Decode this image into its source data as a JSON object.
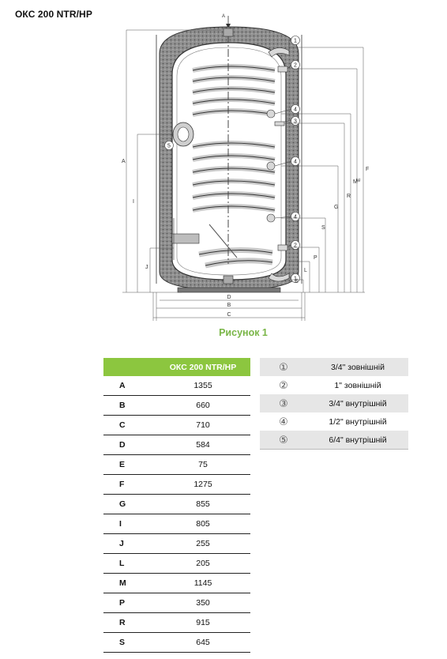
{
  "title": "ОКС 200 NTR/HP",
  "caption": "Рисунок 1",
  "drawing": {
    "arrow_label": "A",
    "dim_labels": [
      "A",
      "B",
      "C",
      "D",
      "E",
      "F",
      "G",
      "I",
      "J",
      "L",
      "M",
      "P",
      "R",
      "S"
    ],
    "callouts": [
      "1",
      "2",
      "3",
      "4",
      "5"
    ]
  },
  "dims_table": {
    "header": "ОКС 200 NTR/HP",
    "rows": [
      {
        "key": "A",
        "value": "1355"
      },
      {
        "key": "B",
        "value": "660"
      },
      {
        "key": "C",
        "value": "710"
      },
      {
        "key": "D",
        "value": "584"
      },
      {
        "key": "E",
        "value": "75"
      },
      {
        "key": "F",
        "value": "1275"
      },
      {
        "key": "G",
        "value": "855"
      },
      {
        "key": "I",
        "value": "805"
      },
      {
        "key": "J",
        "value": "255"
      },
      {
        "key": "L",
        "value": "205"
      },
      {
        "key": "M",
        "value": "1145"
      },
      {
        "key": "P",
        "value": "350"
      },
      {
        "key": "R",
        "value": "915"
      },
      {
        "key": "S",
        "value": "645"
      }
    ]
  },
  "connections_table": {
    "rows": [
      {
        "symbol": "①",
        "value": "3/4\" зовнішній"
      },
      {
        "symbol": "②",
        "value": "1\" зовнішній"
      },
      {
        "symbol": "③",
        "value": "3/4\" внутрішній"
      },
      {
        "symbol": "④",
        "value": "1/2\" внутрішній"
      },
      {
        "symbol": "⑤",
        "value": "6/4\" внутрішній"
      }
    ]
  }
}
